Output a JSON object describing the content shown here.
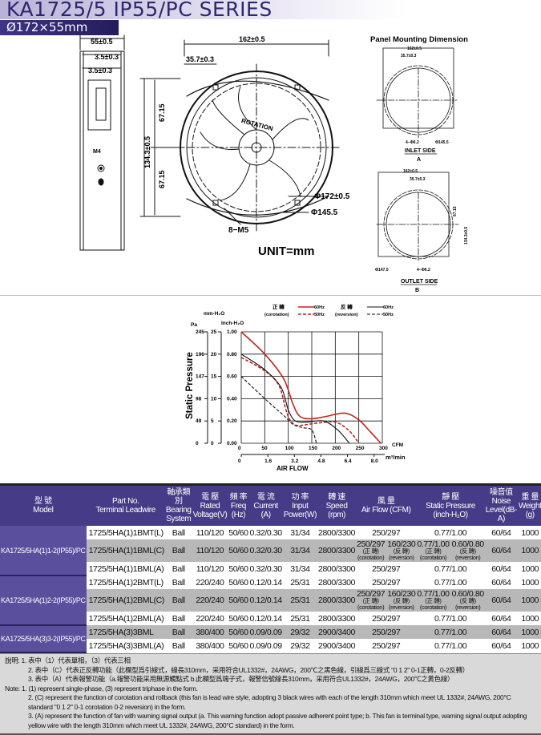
{
  "header": {
    "title": "KA1725/5 IP55/PC SERIES",
    "subtitle": "Ø172×55mm"
  },
  "drawing": {
    "side": {
      "dim_width": "55±0.5",
      "dim_a": "3.5±0.3",
      "dim_b": "3.5±0.3",
      "label_m4": "M4"
    },
    "front": {
      "dim_width": "162±0.5",
      "dim_offset": "35.7±0.3",
      "dim_height": "134.3±0.5",
      "dim_half_top": "67.15",
      "dim_half_bottom": "67.15",
      "rotation": "ROTATION",
      "dia_outer": "Φ172±0.5",
      "dia_inner": "Φ145.5",
      "screws": "8−M5",
      "unit": "UNIT=mm"
    },
    "panel": {
      "title": "Panel Mounting Dimension",
      "dim_width": "162±0.5",
      "dim_offset": "35.7±0.3",
      "dim_height": "134.3±0.5",
      "half": "67.15",
      "hole": "4−Φ6.2",
      "dia_a": "Φ145.5",
      "dia_b": "Φ147.5",
      "inlet": "INLET SIDE",
      "inlet_letter": "A",
      "outlet": "OUTLET SIDE",
      "outlet_letter": "B"
    }
  },
  "chart_data": {
    "type": "line",
    "ylabel": "Static Pressure",
    "xlabel": "AIR FLOW",
    "x_unit": "CFM",
    "x2_unit": "m³/min",
    "y_units": [
      "Pa",
      "mm-H₂O",
      "Inch-H₂O"
    ],
    "xlim": [
      0,
      300
    ],
    "ylim": [
      0,
      1.0
    ],
    "x_ticks": [
      "0",
      "50",
      "100",
      "150",
      "200",
      "250",
      "300"
    ],
    "x2_ticks": [
      "0",
      "1.6",
      "3.2",
      "4.8",
      "6.4",
      "8.0"
    ],
    "y_ticks": [
      "0.00",
      "0.20",
      "0.40",
      "0.60",
      "0.80",
      "1.00"
    ],
    "y_pa_ticks": [
      "0",
      "49",
      "98",
      "147",
      "196",
      "245"
    ],
    "y_mm_ticks": [
      "0",
      "5",
      "10",
      "15",
      "20",
      "25"
    ],
    "grid": true,
    "legend": {
      "corotation_cn": "正 轉",
      "corotation": "(corotation)",
      "reversion_cn": "反 轉",
      "reversion": "(reversion)",
      "hz60": "60Hz",
      "hz50": "50Hz",
      "placement": "top"
    },
    "series": [
      {
        "name": "corotation 60Hz",
        "color": "#c0261c",
        "dash": false,
        "points": [
          [
            0,
            1.0
          ],
          [
            50,
            0.8
          ],
          [
            90,
            0.58
          ],
          [
            110,
            0.35
          ],
          [
            125,
            0.24
          ],
          [
            150,
            0.22
          ],
          [
            180,
            0.24
          ],
          [
            220,
            0.27
          ],
          [
            250,
            0.21
          ],
          [
            275,
            0.1
          ],
          [
            297,
            0
          ]
        ]
      },
      {
        "name": "corotation 50Hz",
        "color": "#c0261c",
        "dash": true,
        "points": [
          [
            0,
            0.77
          ],
          [
            50,
            0.65
          ],
          [
            80,
            0.52
          ],
          [
            95,
            0.3
          ],
          [
            105,
            0.2
          ],
          [
            120,
            0.16
          ],
          [
            160,
            0.18
          ],
          [
            200,
            0.19
          ],
          [
            230,
            0.11
          ],
          [
            250,
            0
          ]
        ]
      },
      {
        "name": "reversion 60Hz",
        "color": "#111111",
        "dash": false,
        "points": [
          [
            0,
            0.8
          ],
          [
            50,
            0.66
          ],
          [
            85,
            0.5
          ],
          [
            100,
            0.3
          ],
          [
            115,
            0.2
          ],
          [
            140,
            0.19
          ],
          [
            175,
            0.2
          ],
          [
            205,
            0.12
          ],
          [
            230,
            0
          ]
        ]
      },
      {
        "name": "reversion 50Hz",
        "color": "#111111",
        "dash": true,
        "points": [
          [
            0,
            0.6
          ],
          [
            50,
            0.4
          ],
          [
            90,
            0.25
          ],
          [
            110,
            0.17
          ],
          [
            130,
            0.14
          ],
          [
            150,
            0.12
          ],
          [
            160,
            0
          ]
        ]
      }
    ]
  },
  "table": {
    "headers": [
      {
        "cn": "型 號",
        "en": "Model"
      },
      {
        "cn": "Part No.",
        "en": "Terminal Leadwire"
      },
      {
        "cn": "軸承類別",
        "en": "Bearing System"
      },
      {
        "cn": "電 壓",
        "en": "Rated Voltage(V)"
      },
      {
        "cn": "頻 率",
        "en": "Freq (Hz)"
      },
      {
        "cn": "電 流",
        "en": "Current (A)"
      },
      {
        "cn": "功 率",
        "en": "Input Power(W)"
      },
      {
        "cn": "轉 速",
        "en": "Speed (rpm)"
      },
      {
        "cn": "風 量",
        "en": "Air Flow (CFM)"
      },
      {
        "cn": "靜 壓",
        "en": "Static Pressure (inch-H₂O)"
      },
      {
        "cn": "噪音值",
        "en": "Noise Level(dB-A)"
      },
      {
        "cn": "重 量",
        "en": "Weight (g)"
      }
    ],
    "models": [
      "KA1725/5HA(1)1-2(IP55)/PC",
      "KA1725/5HA(1)2-2(IP55)/PC",
      "KA1725/5HA(3)3-2(IP55)/PC"
    ],
    "rows": [
      {
        "part": "1725/5HA(1)1BMT(L)",
        "bearing": "Ball",
        "voltage": "110/120",
        "freq": "50/60",
        "current": "0.32/0.30",
        "power": "31/34",
        "speed": "2800/3300",
        "airflow": "250/297",
        "pressure": "0.77/1.00",
        "noise": "60/64",
        "weight": "1000"
      },
      {
        "part": "1725/5HA(1)1BML(C)",
        "bearing": "Ball",
        "voltage": "110/120",
        "freq": "50/60",
        "current": "0.32/0.30",
        "power": "31/34",
        "speed": "2800/3300",
        "airflow": "250/297",
        "airflow2": "160/230",
        "pressure": "0.77/1.00",
        "pressure2": "0.60/0.80"
      },
      {
        "part": "1725/5HA(1)1BML(A)",
        "bearing": "Ball",
        "voltage": "110/120",
        "freq": "50/60",
        "current": "0.32/0.30",
        "power": "31/34",
        "speed": "2800/3300",
        "airflow": "250/297",
        "pressure": "0.77/1.00",
        "noise": "60/64",
        "weight": "1000"
      },
      {
        "part": "1725/5HA(1)2BMT(L)",
        "bearing": "Ball",
        "voltage": "220/240",
        "freq": "50/60",
        "current": "0.12/0.14",
        "power": "25/31",
        "speed": "2800/3300",
        "airflow": "250/297",
        "pressure": "0.77/1.00",
        "noise": "60/64",
        "weight": "1000"
      },
      {
        "part": "1725/5HA(1)2BML(C)",
        "bearing": "Ball",
        "voltage": "220/240",
        "freq": "50/60",
        "current": "0.12/0.14",
        "power": "25/31",
        "speed": "2800/3300",
        "airflow": "250/297",
        "airflow2": "160/230",
        "pressure": "0.77/1.00",
        "pressure2": "0.60/0.80"
      },
      {
        "part": "1725/5HA(1)2BML(A)",
        "bearing": "Ball",
        "voltage": "220/240",
        "freq": "50/60",
        "current": "0.12/0.14",
        "power": "25/31",
        "speed": "2800/3300",
        "airflow": "250/297",
        "pressure": "0.77/1.00",
        "noise": "60/64",
        "weight": "1000"
      },
      {
        "part": "1725/5HA(3)3BML",
        "bearing": "Ball",
        "voltage": "380/400",
        "freq": "50/60",
        "current": "0.09/0.09",
        "power": "29/32",
        "speed": "2900/3400",
        "airflow": "250/297",
        "pressure": "0.77/1.00",
        "noise": "60/64",
        "weight": "1000"
      },
      {
        "part": "1725/5HA(3)3BML(A)",
        "bearing": "Ball",
        "voltage": "380/400",
        "freq": "50/60",
        "current": "0.09/0.09",
        "power": "29/32",
        "speed": "2900/3400",
        "airflow": "250/297",
        "pressure": "0.77/1.00",
        "noise": "60/64",
        "weight": "1000"
      }
    ],
    "dual": {
      "noise": "60/64",
      "weight": "1000",
      "corot_cn": "(正 轉)",
      "corot": "(corotation)",
      "rev_cn": "(反 轉)",
      "rev": "(reversion)"
    }
  },
  "notes": {
    "cn_label": "說明:",
    "cn": [
      "1. 表中（1）代表單相，（3）代表三相",
      "2. 表中（C）代表正反轉功能（此欄型爲引線式，線長310mm，采用符合UL1332#，24AWG，200℃之黑色線，引線爲三線式 \"0 1 2\" 0-1正轉，0-2反轉）",
      "3. 表中（A）代表報警功能（a.報警功能采用無源觸點式 b.此欄型爲端子式，報警信號線長310mm，采用符合UL1332#，24AWG，200℃之黃色線）"
    ],
    "en_label": "Note:",
    "en": [
      "1. (1) represent single-phase, (3) represent triphase in the form.",
      "2. (C) represent the function of corotation and rollback (this fan is lead wire style, adopting 3 black wires with each of the length 310mm which meet UL 1332#, 24AWG, 200°C standard \"0 1 2\" 0-1 corotation 0-2 reversion) in the form.",
      "3. (A) represent the function of fan with warning signal output (a. This warning function adopt passive adherent point type; b. This fan is terminal type, warning signal output adopting yellow wire with the length 310mm which meet UL 1332#, 24AWG, 200°C standard) in the form."
    ]
  }
}
